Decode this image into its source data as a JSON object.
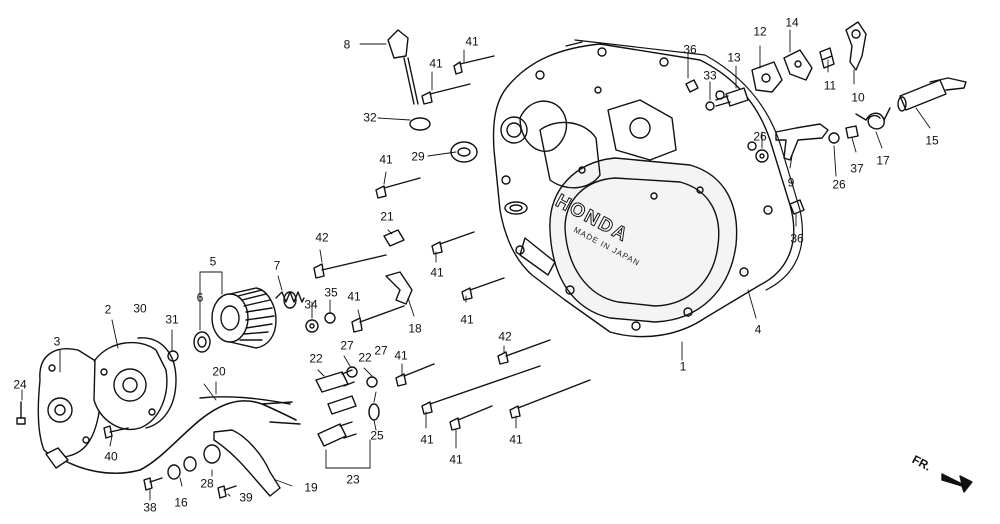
{
  "diagram": {
    "brand_text": "HONDA",
    "cover_text": "MADE IN JAPAN",
    "direction_label": "FR.",
    "callouts": [
      "1",
      "2",
      "3",
      "4",
      "5",
      "6",
      "7",
      "8",
      "9",
      "10",
      "11",
      "12",
      "13",
      "14",
      "15",
      "16",
      "17",
      "18",
      "19",
      "20",
      "21",
      "22",
      "22",
      "23",
      "24",
      "25",
      "26",
      "26",
      "27",
      "27",
      "28",
      "29",
      "30",
      "31",
      "32",
      "33",
      "34",
      "35",
      "36",
      "36",
      "37",
      "38",
      "39",
      "40",
      "41",
      "41",
      "41",
      "41",
      "41",
      "41",
      "41",
      "41",
      "42",
      "42"
    ]
  }
}
